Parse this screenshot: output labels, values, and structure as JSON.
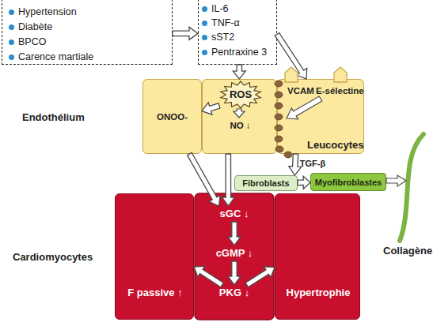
{
  "diagram": {
    "nodes": [
      {
        "text": [
          "Hypertension",
          "Diabète",
          "BPCO",
          "Carence martiale"
        ]
      },
      {
        "text": [
          "IL-6",
          "TNF-α",
          "sST2",
          "Pentraxine 3"
        ]
      },
      {
        "text": [
          "ONOO-"
        ]
      },
      {
        "text": [
          "NO ↓"
        ]
      },
      {
        "text": [
          "ROS"
        ],
        "in": 3
      },
      {
        "text": [
          "VCAM",
          "E-sélectine"
        ]
      },
      {
        "text": [
          "Fibroblasts"
        ]
      },
      {
        "text": [
          "Myofibroblastes"
        ]
      },
      {
        "text": [
          "F passive ↑"
        ]
      },
      {
        "text": [
          "sGC ↓"
        ]
      },
      {
        "text": [
          "cGMP ↓"
        ]
      },
      {
        "text": [
          "PKG ↓"
        ]
      },
      {
        "text": [
          "Hypertrophie"
        ]
      }
    ],
    "edges": [
      {
        "from": 0,
        "to": 1,
        "arrow": "to"
      },
      {
        "from": 1,
        "to": 3,
        "arrow": "to"
      },
      {
        "from": 1,
        "to": 5,
        "arrow": "to"
      },
      {
        "from": 4,
        "to": 2,
        "arrow": "to"
      },
      {
        "from": 2,
        "to": 9,
        "arrow": "to"
      },
      {
        "from": 3,
        "to": 9,
        "arrow": "to"
      },
      {
        "from": 5,
        "to": 6,
        "label": "TGF-β",
        "arrow": "to"
      },
      {
        "from": 6,
        "to": 7,
        "arrow": "to"
      },
      {
        "from": 9,
        "to": 10,
        "arrow": "to"
      },
      {
        "from": 10,
        "to": 11,
        "arrow": "to"
      },
      {
        "from": 11,
        "to": 8,
        "arrow": "to"
      },
      {
        "from": 11,
        "to": 12,
        "arrow": "to"
      }
    ],
    "labels": [
      "Endothélium",
      "Leucocytes",
      "Collagène",
      "Cardiomyocytes"
    ]
  }
}
